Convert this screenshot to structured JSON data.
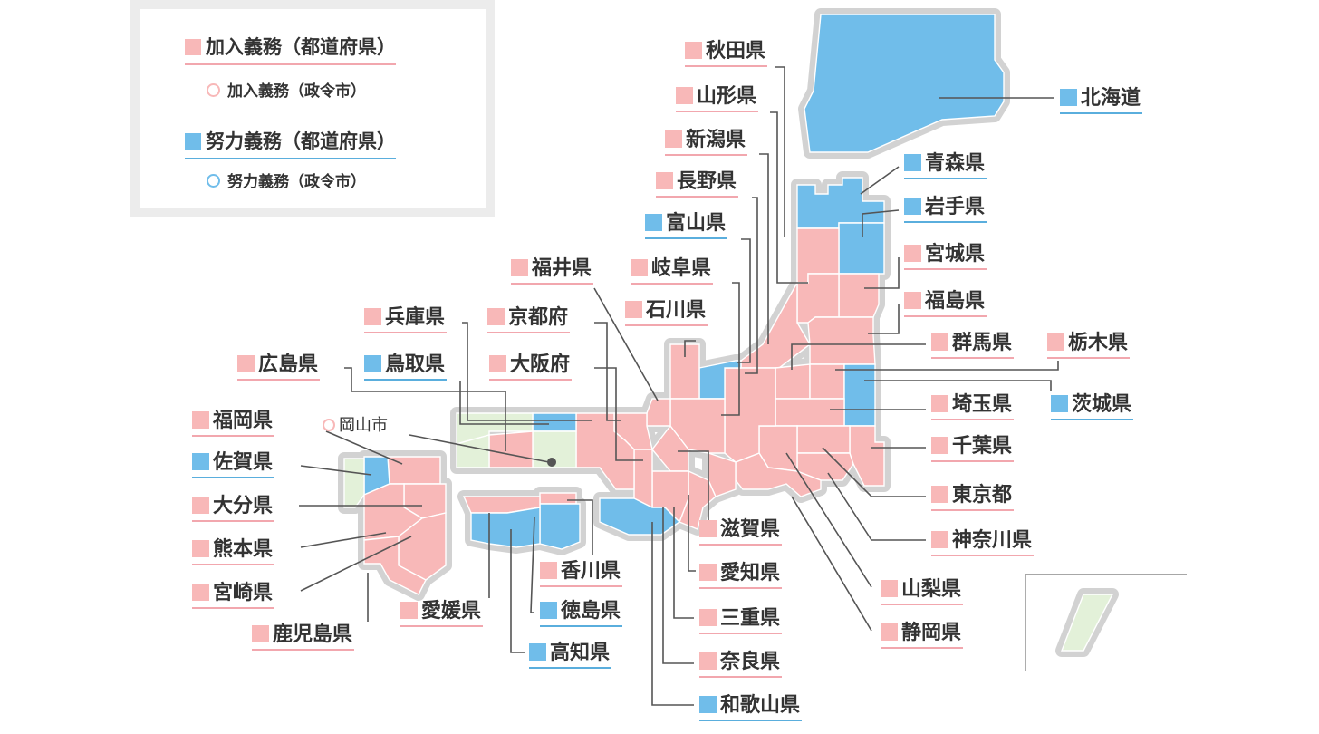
{
  "colors": {
    "mandatory": "#f8b8b8",
    "mandatory_line": "#f2a7ae",
    "effort": "#70bdea",
    "effort_line": "#5aaedd",
    "none": "#e3f1d9",
    "leader": "#555555"
  },
  "legend": {
    "mandatory_pref": "加入義務（都道府県）",
    "mandatory_city": "加入義務（政令市）",
    "effort_pref": "努力義務（都道府県）",
    "effort_city": "努力義務（政令市）"
  },
  "city_marker": "岡山市",
  "prefectures": [
    {
      "id": "hokkaido",
      "name": "北海道",
      "status": "effort"
    },
    {
      "id": "aomori",
      "name": "青森県",
      "status": "effort"
    },
    {
      "id": "iwate",
      "name": "岩手県",
      "status": "effort"
    },
    {
      "id": "miyagi",
      "name": "宮城県",
      "status": "mandatory"
    },
    {
      "id": "fukushima",
      "name": "福島県",
      "status": "mandatory"
    },
    {
      "id": "gunma",
      "name": "群馬県",
      "status": "mandatory"
    },
    {
      "id": "tochigi",
      "name": "栃木県",
      "status": "mandatory"
    },
    {
      "id": "ibaraki",
      "name": "茨城県",
      "status": "effort"
    },
    {
      "id": "saitama",
      "name": "埼玉県",
      "status": "mandatory"
    },
    {
      "id": "chiba",
      "name": "千葉県",
      "status": "mandatory"
    },
    {
      "id": "tokyo",
      "name": "東京都",
      "status": "mandatory"
    },
    {
      "id": "kanagawa",
      "name": "神奈川県",
      "status": "mandatory"
    },
    {
      "id": "yamanashi",
      "name": "山梨県",
      "status": "mandatory"
    },
    {
      "id": "shizuoka",
      "name": "静岡県",
      "status": "mandatory"
    },
    {
      "id": "akita",
      "name": "秋田県",
      "status": "mandatory"
    },
    {
      "id": "yamagata",
      "name": "山形県",
      "status": "mandatory"
    },
    {
      "id": "niigata",
      "name": "新潟県",
      "status": "mandatory"
    },
    {
      "id": "nagano",
      "name": "長野県",
      "status": "mandatory"
    },
    {
      "id": "toyama",
      "name": "富山県",
      "status": "effort"
    },
    {
      "id": "gifu",
      "name": "岐阜県",
      "status": "mandatory"
    },
    {
      "id": "ishikawa",
      "name": "石川県",
      "status": "mandatory"
    },
    {
      "id": "fukui",
      "name": "福井県",
      "status": "mandatory"
    },
    {
      "id": "kyoto",
      "name": "京都府",
      "status": "mandatory"
    },
    {
      "id": "osaka",
      "name": "大阪府",
      "status": "mandatory"
    },
    {
      "id": "hyogo",
      "name": "兵庫県",
      "status": "mandatory"
    },
    {
      "id": "tottori",
      "name": "鳥取県",
      "status": "effort"
    },
    {
      "id": "hiroshima",
      "name": "広島県",
      "status": "mandatory"
    },
    {
      "id": "shiga",
      "name": "滋賀県",
      "status": "mandatory"
    },
    {
      "id": "aichi",
      "name": "愛知県",
      "status": "mandatory"
    },
    {
      "id": "mie",
      "name": "三重県",
      "status": "mandatory"
    },
    {
      "id": "nara",
      "name": "奈良県",
      "status": "mandatory"
    },
    {
      "id": "wakayama",
      "name": "和歌山県",
      "status": "effort"
    },
    {
      "id": "kagawa",
      "name": "香川県",
      "status": "mandatory"
    },
    {
      "id": "tokushima",
      "name": "徳島県",
      "status": "effort"
    },
    {
      "id": "kochi",
      "name": "高知県",
      "status": "effort"
    },
    {
      "id": "ehime",
      "name": "愛媛県",
      "status": "mandatory"
    },
    {
      "id": "fukuoka",
      "name": "福岡県",
      "status": "mandatory"
    },
    {
      "id": "saga",
      "name": "佐賀県",
      "status": "effort"
    },
    {
      "id": "oita",
      "name": "大分県",
      "status": "mandatory"
    },
    {
      "id": "kumamoto",
      "name": "熊本県",
      "status": "mandatory"
    },
    {
      "id": "miyazaki",
      "name": "宮崎県",
      "status": "mandatory"
    },
    {
      "id": "kagoshima",
      "name": "鹿児島県",
      "status": "mandatory"
    }
  ]
}
